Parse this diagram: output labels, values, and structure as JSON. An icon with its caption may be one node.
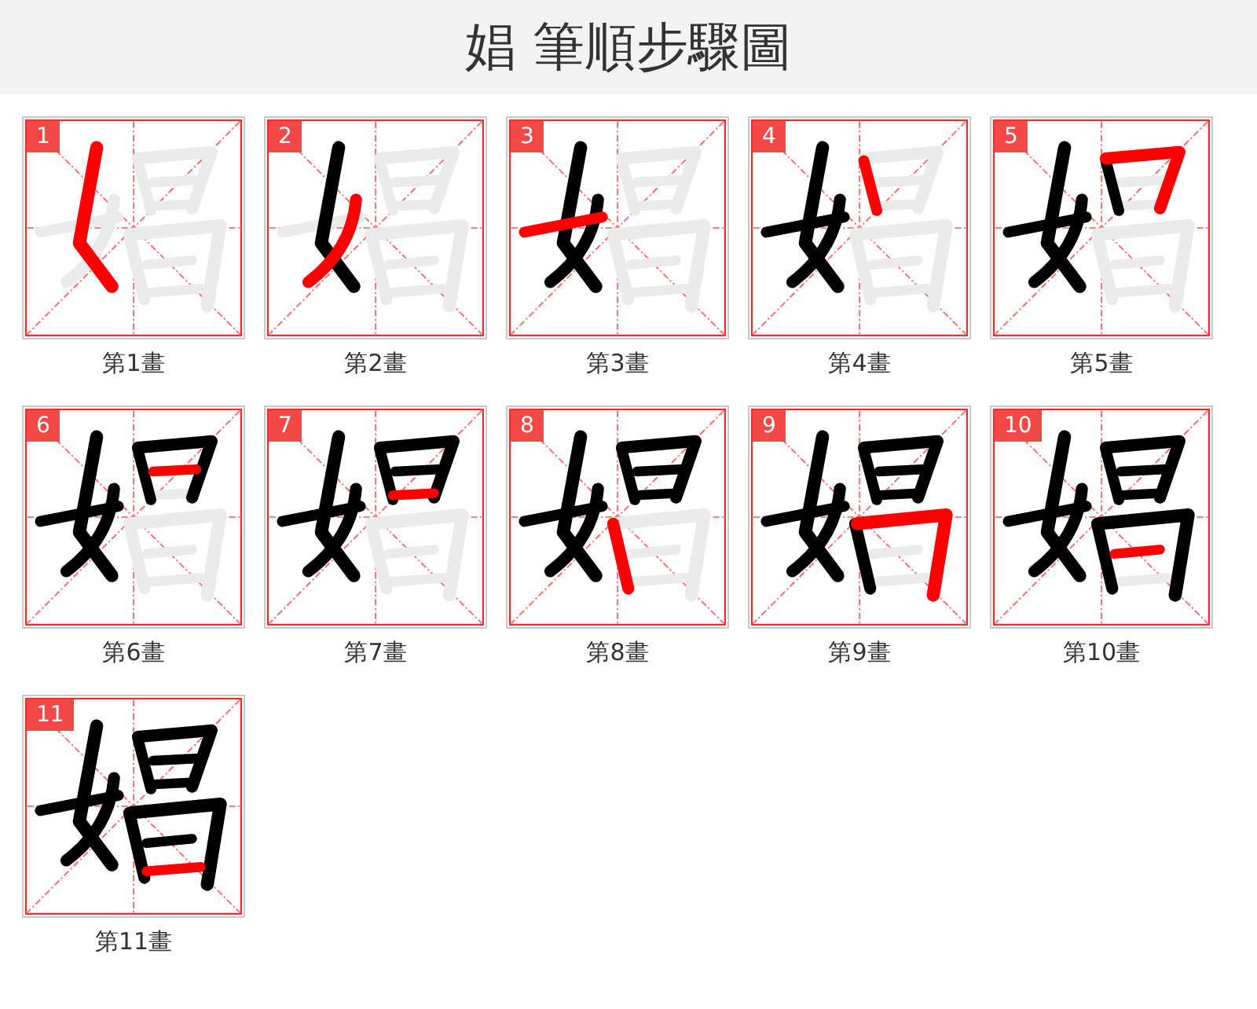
{
  "diagram": {
    "title": "娼 筆順步驟圖",
    "nodes": [
      {
        "text": [
          "1"
        ],
        "beside": [
          "第1畫"
        ]
      },
      {
        "text": [
          "2"
        ],
        "beside": [
          "第2畫"
        ]
      },
      {
        "text": [
          "3"
        ],
        "beside": [
          "第3畫"
        ]
      },
      {
        "text": [
          "4"
        ],
        "beside": [
          "第4畫"
        ]
      },
      {
        "text": [
          "5"
        ],
        "beside": [
          "第5畫"
        ]
      },
      {
        "text": [
          "6"
        ],
        "beside": [
          "第6畫"
        ]
      },
      {
        "text": [
          "7"
        ],
        "beside": [
          "第7畫"
        ]
      },
      {
        "text": [
          "8"
        ],
        "beside": [
          "第8畫"
        ]
      },
      {
        "text": [
          "9"
        ],
        "beside": [
          "第9畫"
        ]
      },
      {
        "text": [
          "10"
        ],
        "beside": [
          "第10畫"
        ]
      },
      {
        "text": [
          "11"
        ],
        "beside": [
          "第11畫"
        ]
      }
    ]
  }
}
